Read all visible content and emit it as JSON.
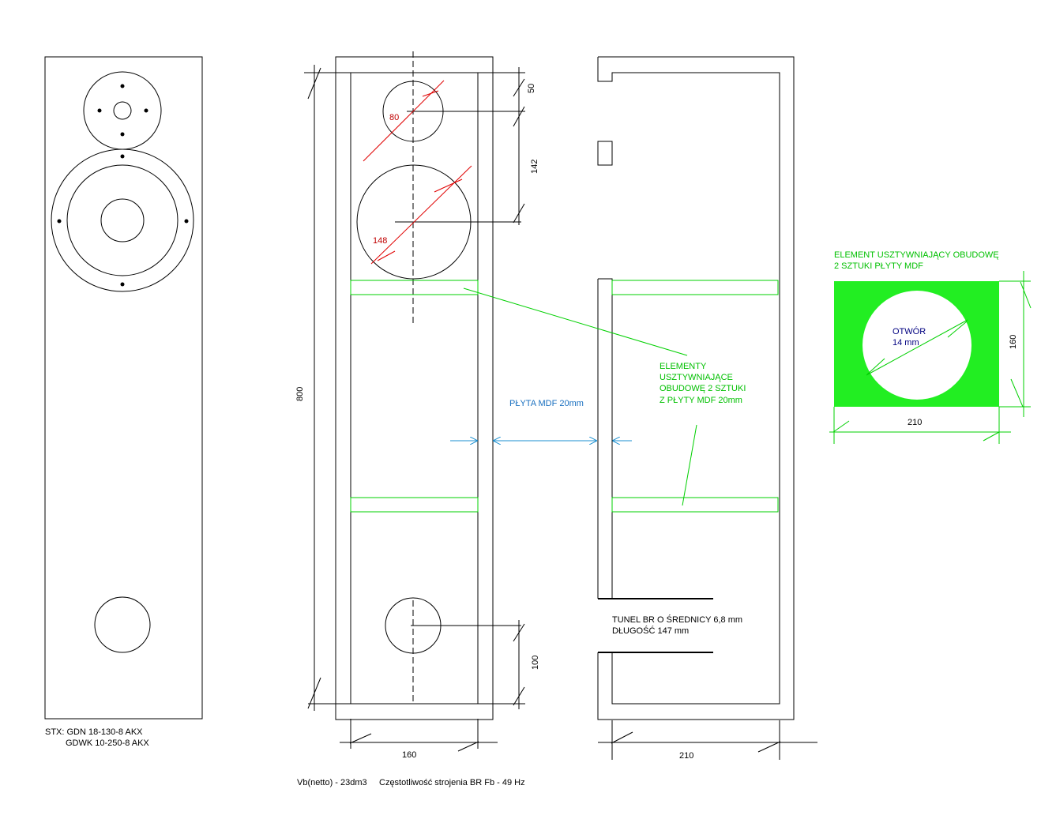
{
  "front": {
    "driver_line1": "STX: GDN 18-130-8 AKX",
    "driver_line2": "GDWK 10-250-8 AKX"
  },
  "section": {
    "dim_height": "800",
    "dim_top": "50",
    "dim_spacing": "142",
    "dim_port": "100",
    "dim_width": "160",
    "dia_tweeter": "80",
    "dia_woofer": "148",
    "board_label": "PŁYTA MDF 20mm"
  },
  "side": {
    "brace_label": [
      "ELEMENTY",
      "USZTYWNIAJĄCE",
      "OBUDOWĘ  2 SZTUKI",
      "Z PŁYTY MDF 20mm"
    ],
    "tunnel_line1": "TUNEL BR O ŚREDNICY 6,8 mm",
    "tunnel_line2": "DŁUGOŚĆ 147 mm",
    "dim_depth": "210"
  },
  "brace_detail": {
    "title1": "ELEMENT USZTYWNIAJĄCY OBUDOWĘ",
    "title2": "2 SZTUKI PŁYTY MDF",
    "hole_label1": "OTWÓR",
    "hole_label2": "14 mm",
    "dim_height": "160",
    "dim_width": "210"
  },
  "footer": {
    "volume": "Vb(netto) - 23dm3",
    "tuning": "Częstotliwość strojenia BR  Fb - 49 Hz"
  },
  "colors": {
    "brace": "#00ff00",
    "dimension_red": "#e00000",
    "dimension_blue": "#1a8fd0"
  }
}
